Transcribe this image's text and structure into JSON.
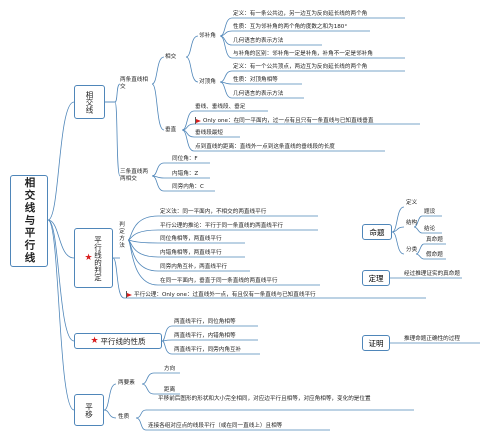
{
  "root": "相交线与平行线",
  "colors": {
    "line": "#4f86b9",
    "star": "#d81e1e",
    "flag": "#d81e1e"
  },
  "intersecting": {
    "title": "相交线",
    "two_lines": "两条直线相交",
    "adjacent_label": "相交",
    "adjacent_supp": {
      "label": "邻补角",
      "items": [
        "定义：有一条公共边，另一边互为反向延长线的两个角",
        "性质：互为邻补角的两个角的度数之和为180°",
        "几何语言的表示方法",
        "与补角的区别：邻补角一定是补角，补角不一定是邻补角"
      ]
    },
    "vertical": {
      "label": "对顶角",
      "items": [
        "定义：有一个公共顶点，两边互为反向延长线的两个角",
        "性质：对顶角相等",
        "几何语言的表示方法"
      ]
    },
    "perpendicular": {
      "label": "垂直",
      "items": [
        "垂线、垂线段、垂足",
        "Only one：在同一平面内，过一点有且只有一条直线与已知直线垂直",
        "垂线段最短",
        "点到直线的距离：直线外一点到这条直线的垂线段的长度"
      ]
    },
    "three_lines": {
      "label": "三条直线两两相交",
      "items": [
        "同位角：F",
        "内错角：Z",
        "同旁内角：C"
      ]
    }
  },
  "parallel_judge": {
    "title": "平行线的判定",
    "method_label": "判定方法",
    "items": [
      "定义法：同一平面内，不相交的两直线平行",
      "平行公理的推论：平行于同一条直线的两直线平行",
      "同位角相等，两直线平行",
      "内错角相等，两直线平行",
      "同旁内角互补，两直线平行",
      "在同一平面内，垂直于同一条直线的两直线平行"
    ],
    "axiom": "平行公理：Only one：过直线外一点，有且仅有一条直线与已知直线平行"
  },
  "parallel_props": {
    "title": "平行线的性质",
    "items": [
      "两直线平行，同位角相等",
      "两直线平行，内错角相等",
      "两直线平行，同旁内角互补"
    ]
  },
  "translation": {
    "title": "平移",
    "elements_label": "两要素",
    "elements": [
      "方向",
      "距离"
    ],
    "props_label": "性质",
    "props": [
      "平移前后图形的形状和大小完全相同，对应边平行且相等，对应角相等，变化的是位置",
      "连接各组对应点的线段平行（或在同一直线上）且相等"
    ]
  },
  "right": {
    "proposition": {
      "title": "命题",
      "definition": "定义",
      "structure": "结构",
      "structure_items": [
        "题设",
        "结论"
      ],
      "category": "分类",
      "category_items": [
        "真命题",
        "假命题"
      ]
    },
    "theorem": {
      "title": "定理",
      "desc": "经过推理证实的真命题"
    },
    "proof": {
      "title": "证明",
      "desc": "推理命题正确性的过程"
    }
  }
}
